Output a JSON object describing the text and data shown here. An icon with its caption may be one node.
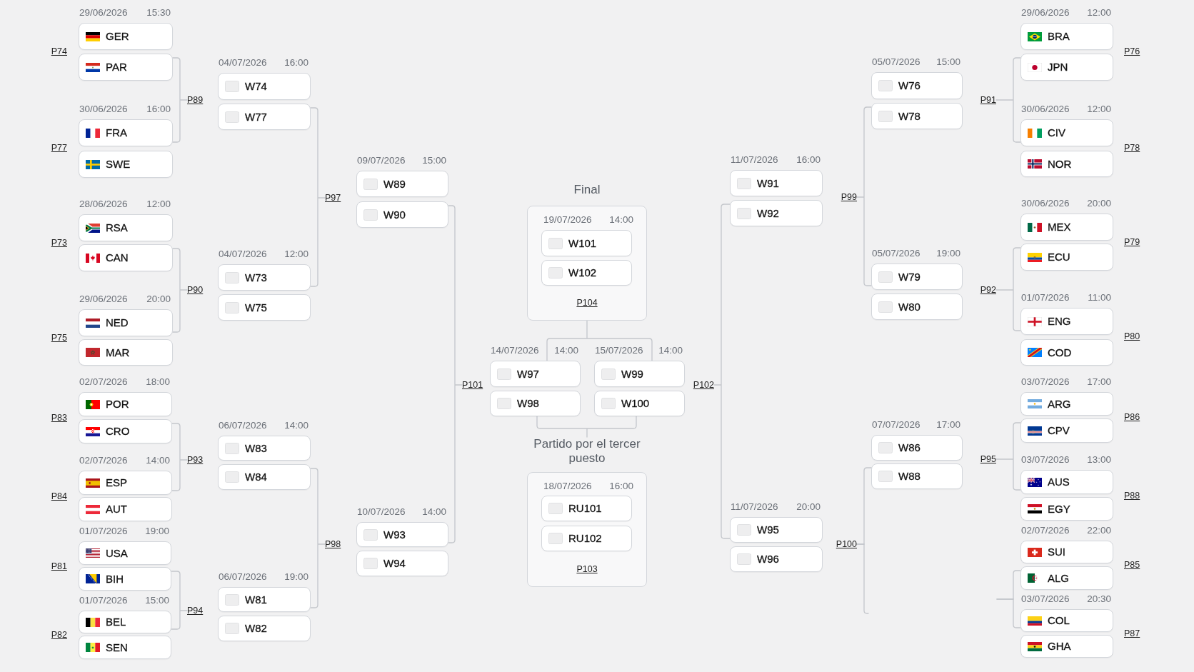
{
  "diagram": {
    "nodes": [
      {
        "text": [
          "GER"
        ],
        "beside": [
          "29/06/2026",
          "15:30",
          "P74"
        ]
      },
      {
        "text": [
          "PAR"
        ]
      },
      {
        "text": [
          "FRA"
        ],
        "beside": [
          "30/06/2026",
          "16:00",
          "P77"
        ]
      },
      {
        "text": [
          "SWE"
        ]
      },
      {
        "text": [
          "RSA"
        ],
        "beside": [
          "28/06/2026",
          "12:00",
          "P73"
        ]
      },
      {
        "text": [
          "CAN"
        ]
      },
      {
        "text": [
          "NED"
        ],
        "beside": [
          "29/06/2026",
          "20:00",
          "P75"
        ]
      },
      {
        "text": [
          "MAR"
        ]
      },
      {
        "text": [
          "POR"
        ],
        "beside": [
          "02/07/2026",
          "18:00",
          "P83"
        ]
      },
      {
        "text": [
          "CRO"
        ]
      },
      {
        "text": [
          "ESP"
        ],
        "beside": [
          "02/07/2026",
          "14:00",
          "P84"
        ]
      },
      {
        "text": [
          "AUT"
        ]
      },
      {
        "text": [
          "USA"
        ],
        "beside": [
          "01/07/2026",
          "19:00",
          "P81"
        ]
      },
      {
        "text": [
          "BIH"
        ]
      },
      {
        "text": [
          "BEL"
        ],
        "beside": [
          "01/07/2026",
          "15:00",
          "P82"
        ]
      },
      {
        "text": [
          "SEN"
        ]
      },
      {
        "text": [
          "P89"
        ]
      },
      {
        "text": [
          "W74"
        ],
        "beside": [
          "04/07/2026",
          "16:00"
        ]
      },
      {
        "text": [
          "W77"
        ]
      },
      {
        "text": [
          "P90"
        ]
      },
      {
        "text": [
          "W73"
        ],
        "beside": [
          "04/07/2026",
          "12:00"
        ]
      },
      {
        "text": [
          "W75"
        ]
      },
      {
        "text": [
          "P93"
        ]
      },
      {
        "text": [
          "W83"
        ],
        "beside": [
          "06/07/2026",
          "14:00"
        ]
      },
      {
        "text": [
          "W84"
        ]
      },
      {
        "text": [
          "P94"
        ]
      },
      {
        "text": [
          "W81"
        ],
        "beside": [
          "06/07/2026",
          "19:00"
        ]
      },
      {
        "text": [
          "W82"
        ]
      },
      {
        "text": [
          "P97"
        ]
      },
      {
        "text": [
          "W89"
        ],
        "beside": [
          "09/07/2026",
          "15:00"
        ]
      },
      {
        "text": [
          "W90"
        ]
      },
      {
        "text": [
          "P98"
        ]
      },
      {
        "text": [
          "W93"
        ],
        "beside": [
          "10/07/2026",
          "14:00"
        ]
      },
      {
        "text": [
          "W94"
        ]
      },
      {
        "text": [
          "P101"
        ]
      },
      {
        "text": [
          "Final",
          "19/07/2026",
          "14:00",
          "P104"
        ]
      },
      {
        "text": [
          "W101"
        ],
        "in": 35
      },
      {
        "text": [
          "W102"
        ],
        "in": 35
      },
      {
        "text": [
          "W97"
        ],
        "beside": [
          "14/07/2026",
          "14:00"
        ]
      },
      {
        "text": [
          "W98"
        ]
      },
      {
        "text": [
          "W99"
        ],
        "beside": [
          "15/07/2026",
          "14:00"
        ]
      },
      {
        "text": [
          "W100"
        ]
      },
      {
        "text": [
          "Partido por el tercer puesto",
          "18/07/2026",
          "16:00",
          "P103"
        ]
      },
      {
        "text": [
          "RU101"
        ],
        "in": 42
      },
      {
        "text": [
          "RU102"
        ],
        "in": 42
      },
      {
        "text": [
          "P102"
        ]
      },
      {
        "text": [
          "W91"
        ],
        "beside": [
          "11/07/2026",
          "16:00"
        ]
      },
      {
        "text": [
          "W92"
        ]
      },
      {
        "text": [
          "W95"
        ],
        "beside": [
          "11/07/2026",
          "20:00"
        ]
      },
      {
        "text": [
          "W96"
        ]
      },
      {
        "text": [
          "P99"
        ]
      },
      {
        "text": [
          "P100"
        ]
      },
      {
        "text": [
          "W76"
        ],
        "beside": [
          "05/07/2026",
          "15:00"
        ]
      },
      {
        "text": [
          "W78"
        ]
      },
      {
        "text": [
          "W79"
        ],
        "beside": [
          "05/07/2026",
          "19:00"
        ]
      },
      {
        "text": [
          "W80"
        ]
      },
      {
        "text": [
          "W86"
        ],
        "beside": [
          "07/07/2026",
          "17:00"
        ]
      },
      {
        "text": [
          "W88"
        ]
      },
      {
        "text": [
          "P91"
        ]
      },
      {
        "text": [
          "P92"
        ]
      },
      {
        "text": [
          "P95"
        ]
      },
      {
        "text": [
          "BRA"
        ],
        "beside": [
          "29/06/2026",
          "12:00",
          "P76"
        ]
      },
      {
        "text": [
          "JPN"
        ]
      },
      {
        "text": [
          "CIV"
        ],
        "beside": [
          "30/06/2026",
          "12:00",
          "P78"
        ]
      },
      {
        "text": [
          "NOR"
        ]
      },
      {
        "text": [
          "MEX"
        ],
        "beside": [
          "30/06/2026",
          "20:00",
          "P79"
        ]
      },
      {
        "text": [
          "ECU"
        ]
      },
      {
        "text": [
          "ENG"
        ],
        "beside": [
          "01/07/2026",
          "11:00",
          "P80"
        ]
      },
      {
        "text": [
          "COD"
        ]
      },
      {
        "text": [
          "ARG"
        ],
        "beside": [
          "03/07/2026",
          "17:00",
          "P86"
        ]
      },
      {
        "text": [
          "CPV"
        ]
      },
      {
        "text": [
          "AUS"
        ],
        "beside": [
          "03/07/2026",
          "13:00",
          "P88"
        ]
      },
      {
        "text": [
          "EGY"
        ]
      },
      {
        "text": [
          "SUI"
        ],
        "beside": [
          "02/07/2026",
          "22:00",
          "P85"
        ]
      },
      {
        "text": [
          "ALG"
        ]
      },
      {
        "text": [
          "COL"
        ],
        "beside": [
          "03/07/2026",
          "20:30",
          "P87"
        ]
      },
      {
        "text": [
          "GHA"
        ]
      }
    ],
    "edges": [
      {
        "from": 1,
        "to": 16,
        "arrow": "none"
      },
      {
        "from": 2,
        "to": 16,
        "arrow": "none"
      },
      {
        "from": 5,
        "to": 19,
        "arrow": "none"
      },
      {
        "from": 6,
        "to": 19,
        "arrow": "none"
      },
      {
        "from": 9,
        "to": 22,
        "arrow": "none"
      },
      {
        "from": 10,
        "to": 22,
        "arrow": "none"
      },
      {
        "from": 13,
        "to": 25,
        "arrow": "none"
      },
      {
        "from": 14,
        "to": 25,
        "arrow": "none"
      },
      {
        "from": 18,
        "to": 28,
        "arrow": "none"
      },
      {
        "from": 20,
        "to": 28,
        "arrow": "none"
      },
      {
        "from": 24,
        "to": 31,
        "arrow": "none"
      },
      {
        "from": 26,
        "to": 31,
        "arrow": "none"
      },
      {
        "from": 30,
        "to": 34,
        "arrow": "none"
      },
      {
        "from": 32,
        "to": 34,
        "arrow": "none"
      },
      {
        "from": 38,
        "to": 35,
        "arrow": "none"
      },
      {
        "from": 40,
        "to": 35,
        "arrow": "none"
      },
      {
        "from": 39,
        "to": 42,
        "arrow": "none"
      },
      {
        "from": 41,
        "to": 42,
        "arrow": "none"
      },
      {
        "from": 47,
        "to": 45,
        "arrow": "none"
      },
      {
        "from": 48,
        "to": 45,
        "arrow": "none"
      },
      {
        "from": 53,
        "to": 50,
        "arrow": "none"
      },
      {
        "from": 54,
        "to": 50,
        "arrow": "none"
      },
      {
        "from": 57,
        "to": 51,
        "arrow": "none"
      },
      {
        "from": null,
        "to": 51,
        "arrow": "none"
      },
      {
        "from": 62,
        "to": 58,
        "arrow": "none"
      },
      {
        "from": 63,
        "to": 58,
        "arrow": "none"
      },
      {
        "from": 66,
        "to": 59,
        "arrow": "none"
      },
      {
        "from": 67,
        "to": 59,
        "arrow": "none"
      },
      {
        "from": 70,
        "to": 60,
        "arrow": "none"
      },
      {
        "from": 71,
        "to": 60,
        "arrow": "none"
      },
      {
        "from": 74,
        "to": null,
        "arrow": "none"
      },
      {
        "from": 75,
        "to": null,
        "arrow": "none"
      }
    ]
  }
}
